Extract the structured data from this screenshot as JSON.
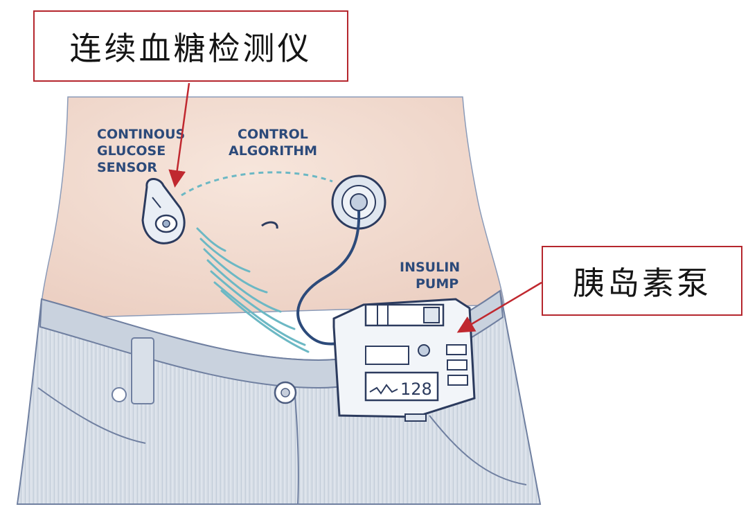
{
  "callouts": {
    "cgm_zh": "连续血糖检测仪",
    "pump_zh": "胰岛素泵"
  },
  "labels": {
    "sensor_line1": "CONTINOUS",
    "sensor_line2": "GLUCOSE",
    "sensor_line3": "SENSOR",
    "algo_line1": "CONTROL",
    "algo_line2": "ALGORITHM",
    "pump_line1": "INSULIN",
    "pump_line2": "PUMP",
    "pump_display": "128"
  },
  "colors": {
    "callout_border": "#b5262d",
    "arrow": "#c0282f",
    "skin": "#f3ddd2",
    "jeans": "#d4dbe4",
    "label_text": "#2c4a7a",
    "signal": "#6cb8c4"
  }
}
